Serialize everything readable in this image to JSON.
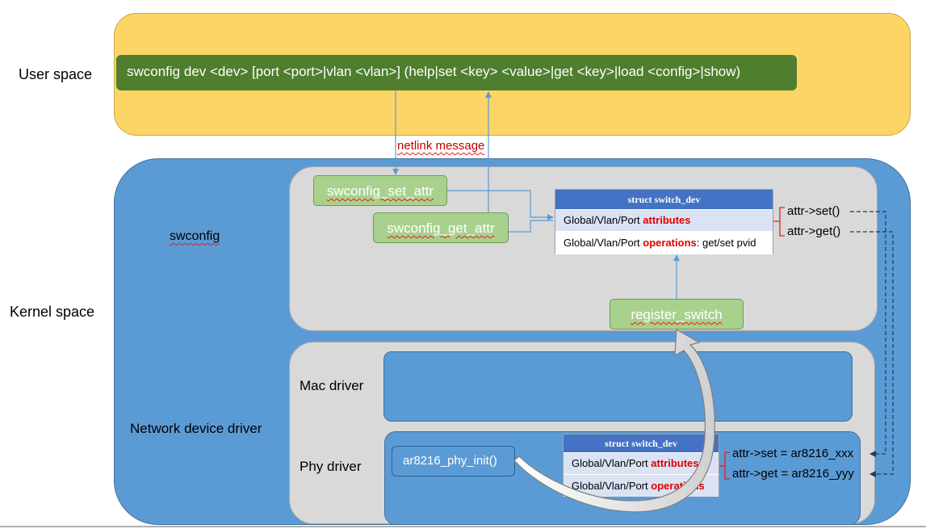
{
  "regions": {
    "user_space": "User space",
    "kernel_space": "Kernel space",
    "swconfig": "swconfig",
    "network_device_driver": "Network device driver",
    "mac_driver": "Mac driver",
    "phy_driver": "Phy driver"
  },
  "command": "swconfig dev <dev> [port <port>|vlan <vlan>] (help|set <key> <value>|get <key>|load <config>|show)",
  "netlink_message": "netlink message",
  "functions": {
    "set_attr": "swconfig_set_attr",
    "get_attr": "swconfig_get_attr",
    "register_switch": "register_switch",
    "phy_init": "ar8216_phy_init()"
  },
  "struct_top": {
    "title": "struct switch_dev",
    "row1_prefix": "Global/Vlan/Port ",
    "row1_highlight": "attributes",
    "row2_prefix": "Global/Vlan/Port ",
    "row2_highlight": "operations",
    "row2_suffix": ": get/set pvid"
  },
  "struct_bottom": {
    "title": "struct switch_dev",
    "row1_prefix": "Global/Vlan/Port ",
    "row1_highlight": "attributes",
    "row2_prefix": "Global/Vlan/Port ",
    "row2_highlight": "operations"
  },
  "attr_top": {
    "set": "attr->set()",
    "get": "attr->get()"
  },
  "attr_bottom": {
    "set": "attr->set = ar8216_xxx",
    "get": "attr->get = ar8216_yyy"
  },
  "colors": {
    "user_space_fill": "#fdd566",
    "kernel_fill": "#5b9bd5",
    "panel_fill": "#d9d9d9",
    "command_fill": "#4e7e2e",
    "function_fill": "#a9d18e",
    "struct_header": "#4472c4",
    "highlight_text": "#e00000",
    "dark_blue_lines": "#1f3864"
  }
}
